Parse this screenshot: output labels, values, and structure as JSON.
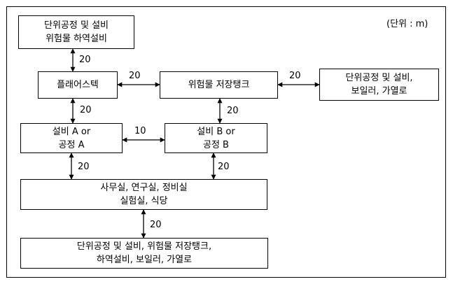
{
  "unit_note": "(단위 : m)",
  "nodes": {
    "hazmat_unloading": [
      "단위공정 및 설비",
      "위험물 하역설비"
    ],
    "flare_stack": [
      "플래어스텍"
    ],
    "hazmat_tank": [
      "위험물 저장탱크"
    ],
    "unit_boiler_heater_top": [
      "단위공정 및 설비,",
      "보일러, 가열로"
    ],
    "equipment_a": [
      "설비 A or",
      "공정 A"
    ],
    "equipment_b": [
      "설비 B or",
      "공정 B"
    ],
    "office_lab": [
      "사무실, 연구실, 정비실",
      "실험실, 식당"
    ],
    "bottom_all": [
      "단위공정 및 설비, 위험물 저장탱크,",
      "하역설비, 보일러, 가열로"
    ]
  },
  "distances": {
    "unloading_flare": "20",
    "flare_tank": "20",
    "tank_unit": "20",
    "flare_eqA": "20",
    "tank_eqB": "20",
    "eqA_eqB": "10",
    "eqA_office": "20",
    "eqB_office": "20",
    "office_bottom": "20"
  }
}
